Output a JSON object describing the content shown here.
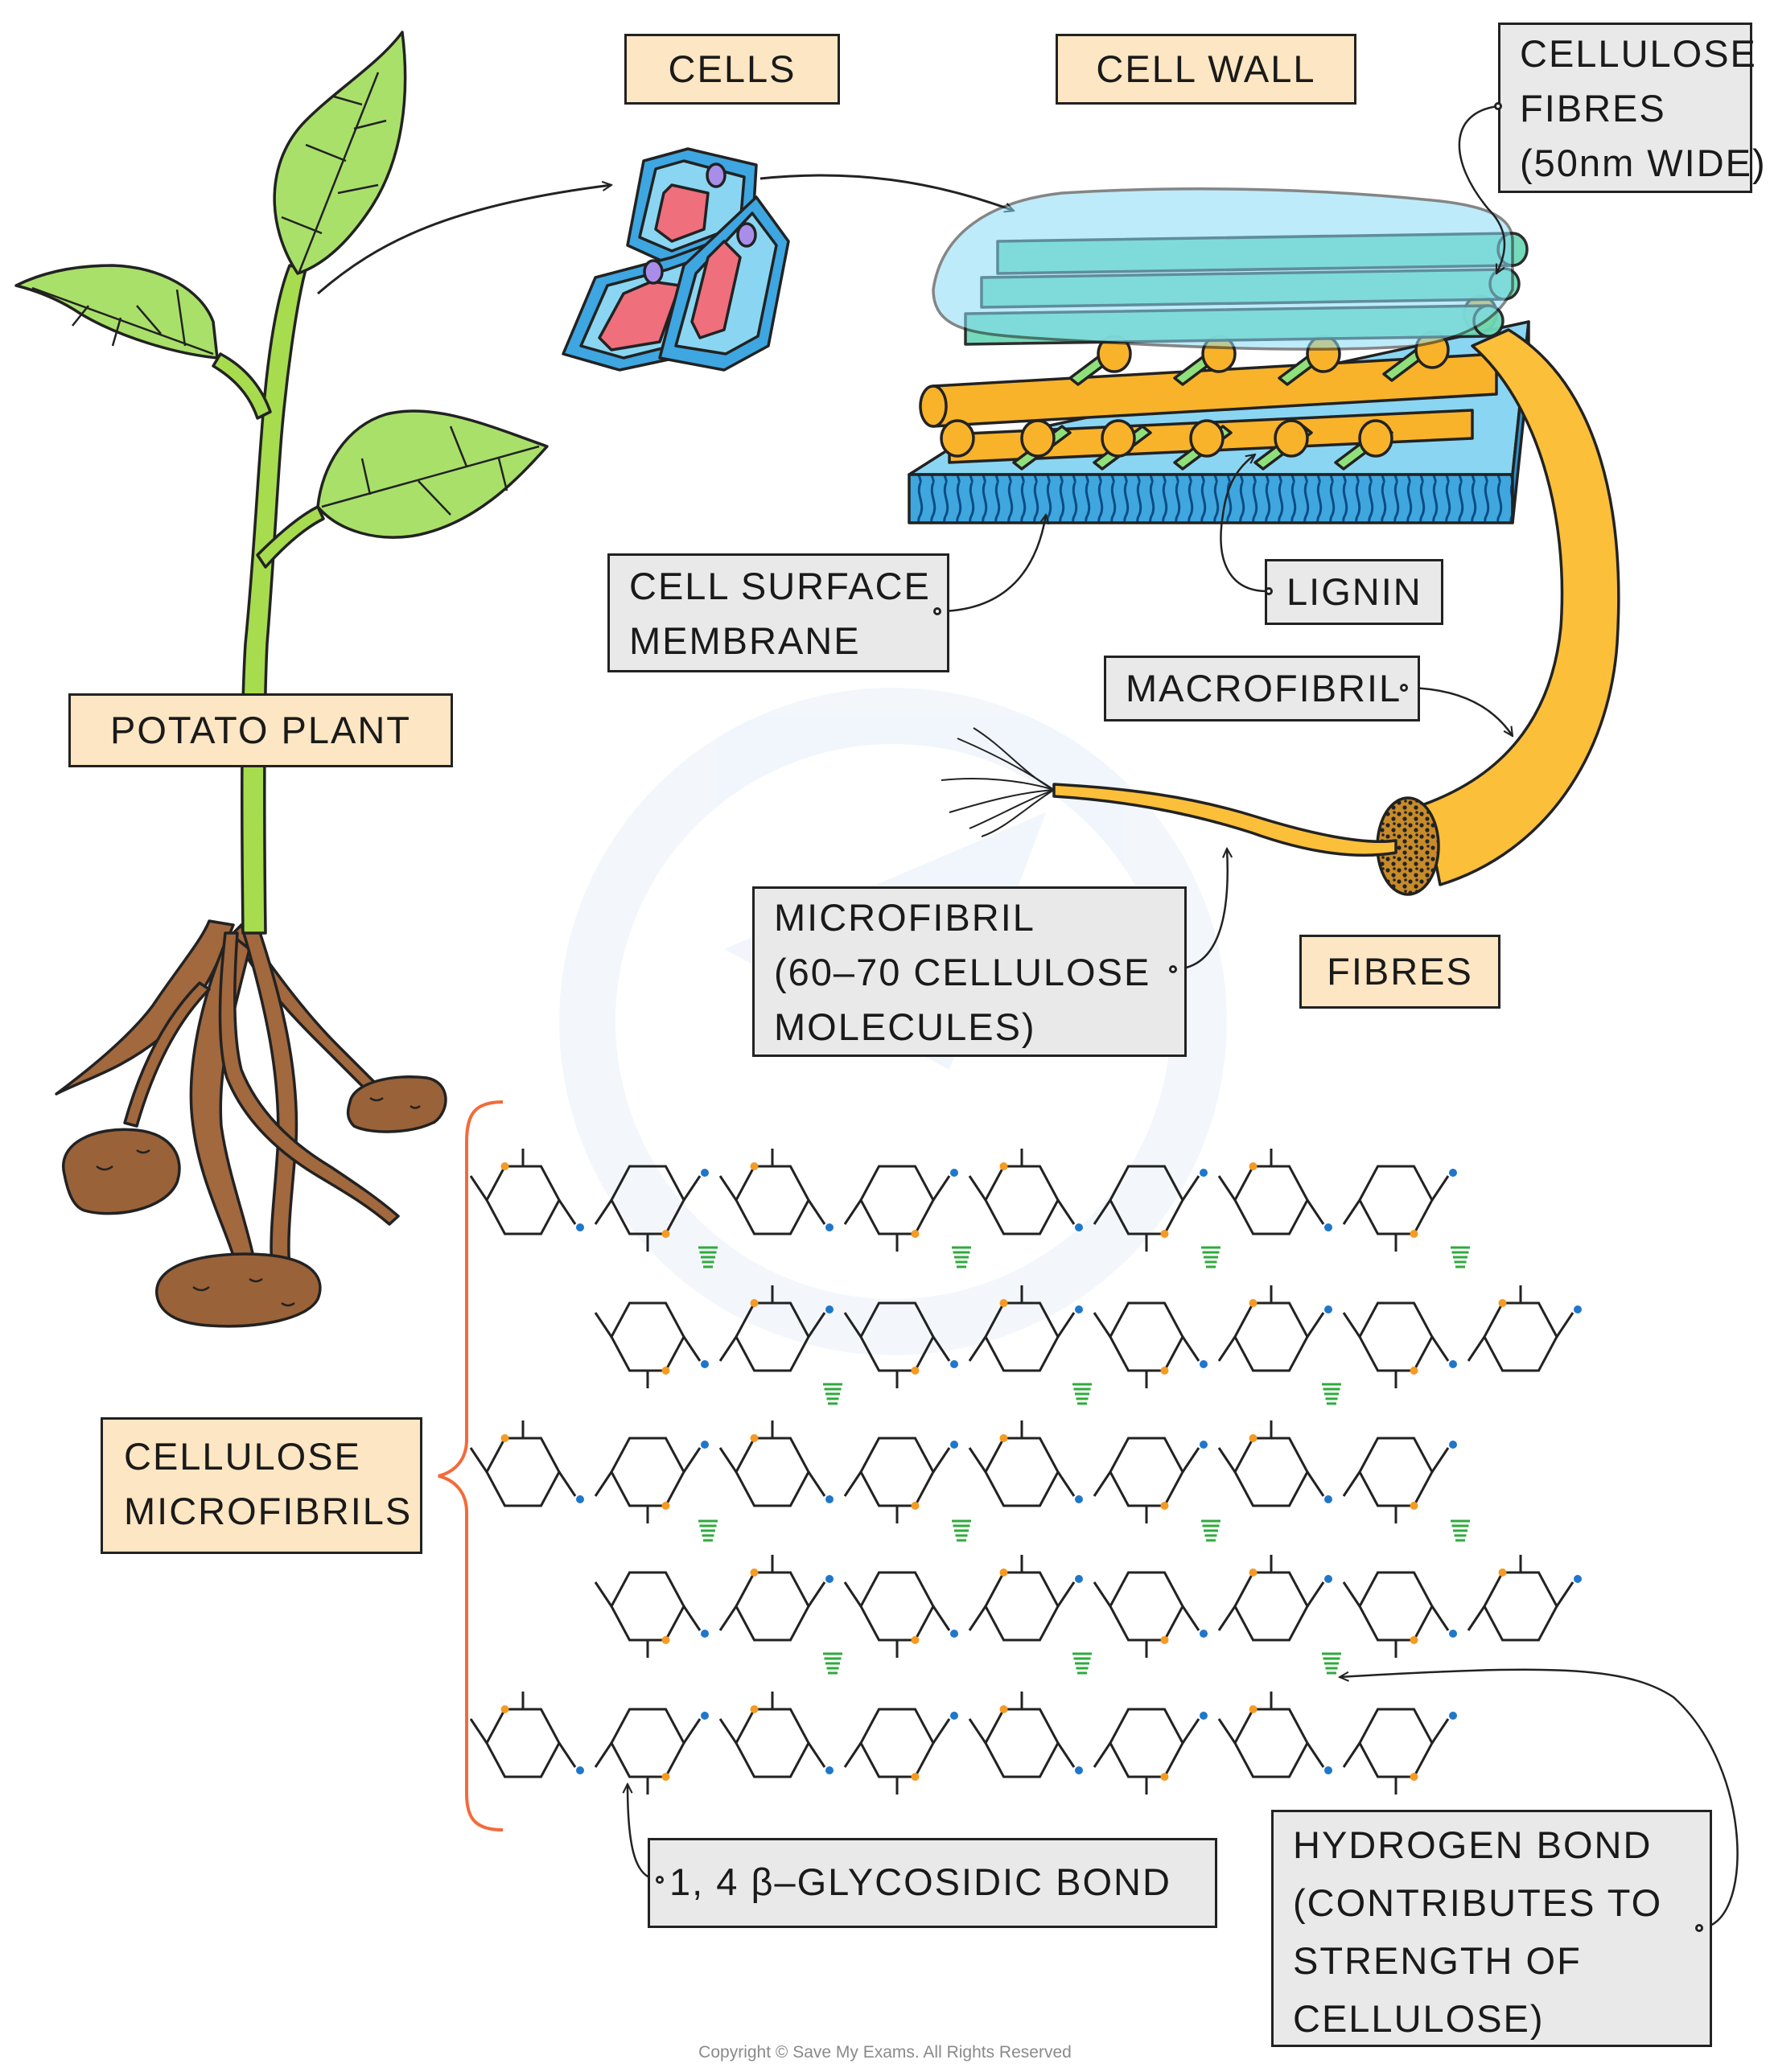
{
  "labels": {
    "cells": "CELLS",
    "cell_wall": "CELL  WALL",
    "cellulose_fibres": [
      "CELLULOSE",
      "FIBRES",
      "(50nm  WIDE)"
    ],
    "cell_surface_membrane": [
      "CELL  SURFACE",
      "MEMBRANE"
    ],
    "lignin": "LIGNIN",
    "macrofibril": "MACROFIBRIL",
    "potato_plant": "POTATO  PLANT",
    "microfibril": [
      "MICROFIBRIL",
      "(60–70  CELLULOSE",
      "MOLECULES)"
    ],
    "fibres": "FIBRES",
    "cellulose_microfibrils": [
      "CELLULOSE",
      "MICROFIBRILS"
    ],
    "glycosidic_bond": "1, 4  β–GLYCOSIDIC  BOND",
    "hydrogen_bond": [
      "HYDROGEN  BOND",
      "(CONTRIBUTES  TO",
      "STRENGTH  OF",
      "CELLULOSE)"
    ]
  },
  "copyright": "Copyright © Save My Exams. All Rights Reserved",
  "colors": {
    "label_orange": "#fde6c3",
    "label_grey": "#e9e9e9",
    "stem_green": "#a6dc4e",
    "leaf_green": "#a9e06a",
    "root_brown": "#a2683e",
    "potato_brown": "#9a6238",
    "cell_blue": "#3ea6e0",
    "nucleus_purple": "#a88ee8",
    "vacuole_pink": "#ef6f7c",
    "wall_blue": "#88dcf5",
    "fibre_green": "#6ed9b8",
    "fibre_orange": "#f8b32a",
    "lignin_green": "#8fe07a",
    "macrofibril_yellow": "#fbbf3a",
    "oxygen_blue": "#1f77c9",
    "oxygen_orange": "#f59a23",
    "hbond_green": "#2faa3c",
    "bracket_red": "#f26b3a"
  }
}
